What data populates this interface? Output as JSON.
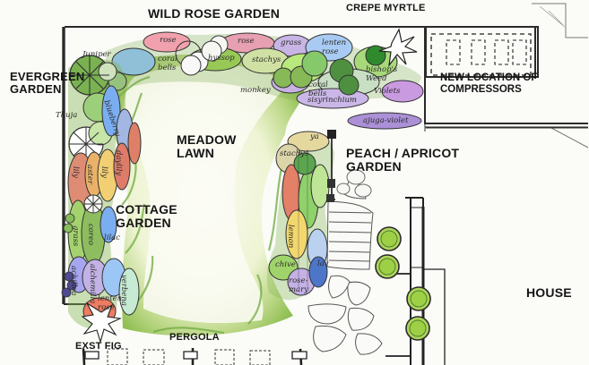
{
  "areas": {
    "wild_rose_garden": "WILD ROSE GARDEN",
    "crepe_myrtle": "CREPE MYRTLE",
    "evergreen_garden_line1": "EVERGREEN",
    "evergreen_garden_line2": "GARDEN",
    "new_location_line1": "NEW LOCATION OF",
    "new_location_line2": "COMPRESSORS",
    "meadow_lawn_line1": "MEADOW",
    "meadow_lawn_line2": "LAWN",
    "peach_apricot_line1": "PEACH / APRICOT",
    "peach_apricot_line2": "GARDEN",
    "cottage_garden_line1": "COTTAGE",
    "cottage_garden_line2": "GARDEN",
    "house": "HOUSE",
    "pergola": "PERGOLA",
    "exst_fig": "EXST FIG"
  },
  "plants": {
    "rose_top": "rose",
    "rose_mid": "rose",
    "grass": "grass",
    "lenten_rose_line1": "lenten",
    "lenten_rose_line2": "rose",
    "coral_bells_top_line1": "coral",
    "coral_bells_top_line2": "bells",
    "hyssop": "hyssop",
    "stachys_top": "stachys",
    "bishops_weed_line1": "bishop's",
    "bishops_weed_line2": "Weed",
    "coral_bells_right_line1": "coral",
    "coral_bells_right_line2": "bells",
    "violets": "Violets",
    "monkey": "monkey",
    "sisyrinchium": "sisyrinchium",
    "ajuga_violet": "ajuga-violet",
    "juniper": "Juniper",
    "thuja": "Thuja",
    "blueberry": "blueberry",
    "ya": "ya",
    "stachys_right": "stachys",
    "lily_left": "lily",
    "aster": "aster",
    "lily_mid": "lily",
    "daylily": "daylily",
    "lemon": "lemon",
    "grass_left": "grass",
    "coreopsis": "coreo",
    "lilac": "lilac",
    "chive": "chive",
    "lav": "lav",
    "rosemary_line1": "rose-",
    "rosemary_line2": "mary",
    "achillea": "achillea",
    "verbena": "verbena",
    "alchemilla": "alchemilla",
    "lenten_left_line1": "lenten",
    "lenten_left_line2": "rose"
  }
}
